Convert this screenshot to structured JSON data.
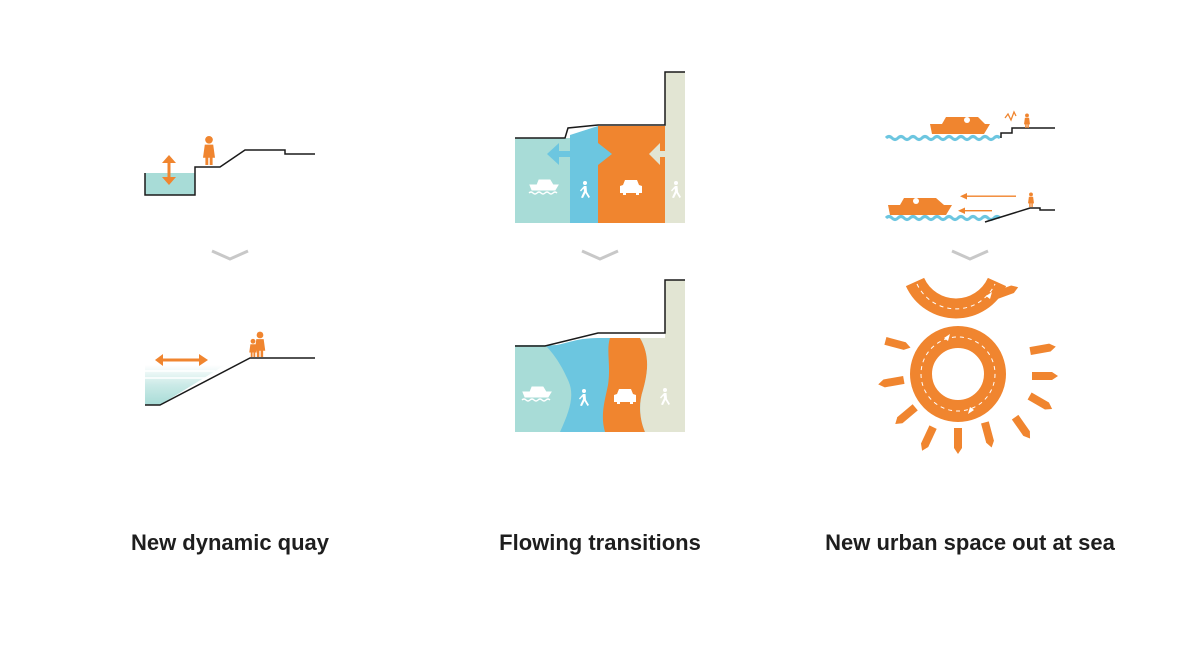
{
  "captions": {
    "quay": "New dynamic quay",
    "transitions": "Flowing transitions",
    "sea": "New urban space out at sea"
  },
  "colors": {
    "orange": "#f0852f",
    "water": "#a8dcd7",
    "blue": "#6cc6e0",
    "sand": "#e2e5d3",
    "line": "#1a1a1a",
    "chevron": "#c8c8c8"
  },
  "icons": [
    "person-icon",
    "walker-icon",
    "car-icon",
    "boat-icon",
    "double-arrow-icon",
    "chevron-down-icon",
    "roundabout-icon"
  ]
}
